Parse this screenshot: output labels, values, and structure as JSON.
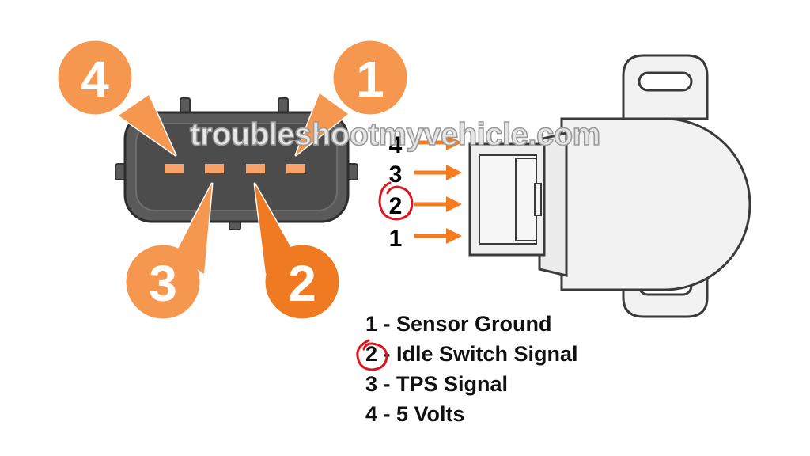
{
  "watermark": "troubleshootmyvehicle.com",
  "connector_callouts": [
    {
      "number": "4"
    },
    {
      "number": "1"
    },
    {
      "number": "3"
    },
    {
      "number": "2"
    }
  ],
  "sensor_pins": [
    "4",
    "3",
    "2",
    "1"
  ],
  "highlighted_pin": "2",
  "legend": [
    {
      "pin": "1",
      "description": "Sensor Ground",
      "text": "1 - Sensor Ground"
    },
    {
      "pin": "2",
      "description": "Idle Switch Signal",
      "text": "2 - Idle Switch Signal"
    },
    {
      "pin": "3",
      "description": "TPS Signal",
      "text": "3 - TPS Signal"
    },
    {
      "pin": "4",
      "description": "5 Volts",
      "text": "4 - 5 Volts"
    }
  ],
  "colors": {
    "callout_light": "#f5974e",
    "callout_dark": "#f07a22",
    "arrow": "#f47b20",
    "connector_body": "#555555",
    "pin": "#f6a36b",
    "sensor_fill": "#f2f2f2",
    "highlight_circle": "#e0141e"
  }
}
